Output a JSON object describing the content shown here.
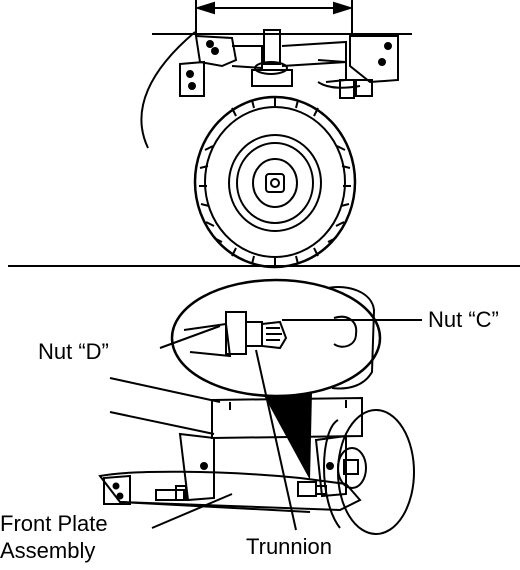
{
  "labels": {
    "nut_c": "Nut “C”",
    "nut_d": "Nut “D”",
    "front_plate_line1": "Front Plate",
    "front_plate_line2": "Assembly",
    "trunnion": "Trunnion"
  },
  "colors": {
    "ink": "#000000",
    "paper": "#ffffff"
  }
}
